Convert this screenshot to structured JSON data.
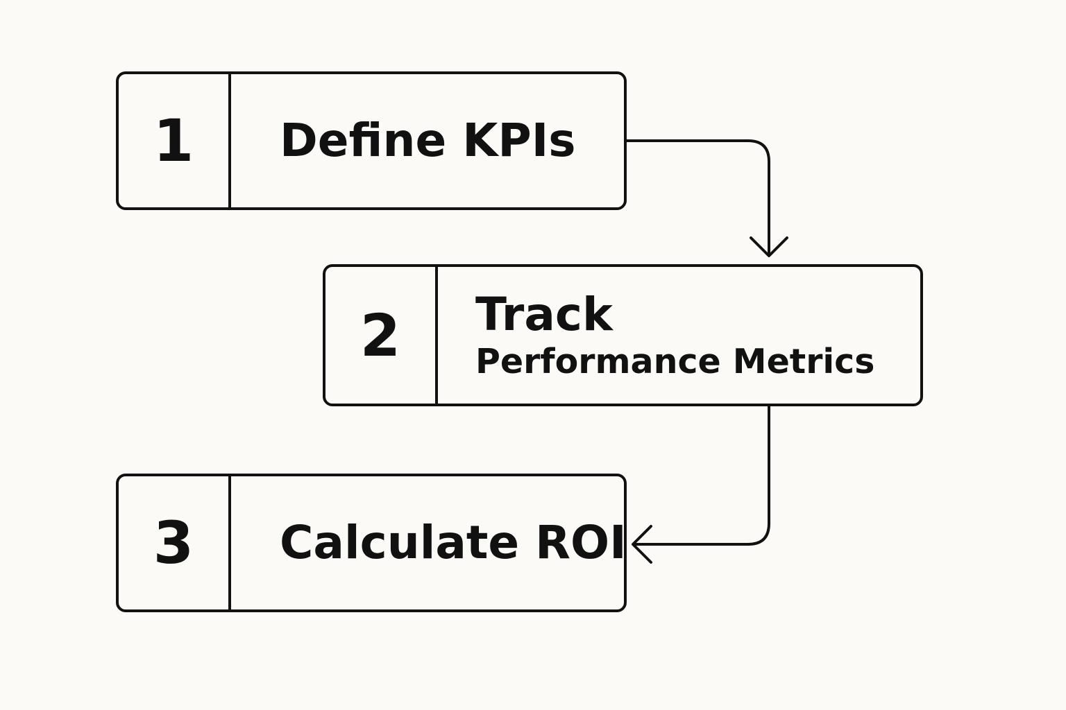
{
  "steps": [
    {
      "number": "1",
      "label": "Define KPIs"
    },
    {
      "number": "2",
      "label_line1": "Track",
      "label_line2": "Performance Metrics"
    },
    {
      "number": "3",
      "label": "Calculate ROI"
    }
  ],
  "colors": {
    "background": "#fbfaf6",
    "stroke": "#111111"
  }
}
